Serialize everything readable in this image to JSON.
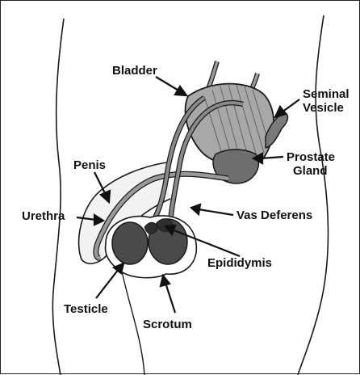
{
  "diagram": {
    "labels": {
      "bladder": "Bladder",
      "seminal_vesicle_line1": "Seminal",
      "seminal_vesicle_line2": "Vesicle",
      "prostate_line1": "Prostate",
      "prostate_line2": "Gland",
      "penis": "Penis",
      "urethra": "Urethra",
      "vas_deferens": "Vas Deferens",
      "epididymis": "Epididymis",
      "testicle": "Testicle",
      "scrotum": "Scrotum"
    },
    "colors": {
      "line": "#1a1a1a",
      "organ_dark": "#4a4a4a",
      "organ_mid": "#8a8a8a",
      "organ_light": "#c8c8c8",
      "skin": "#ffffff"
    }
  }
}
